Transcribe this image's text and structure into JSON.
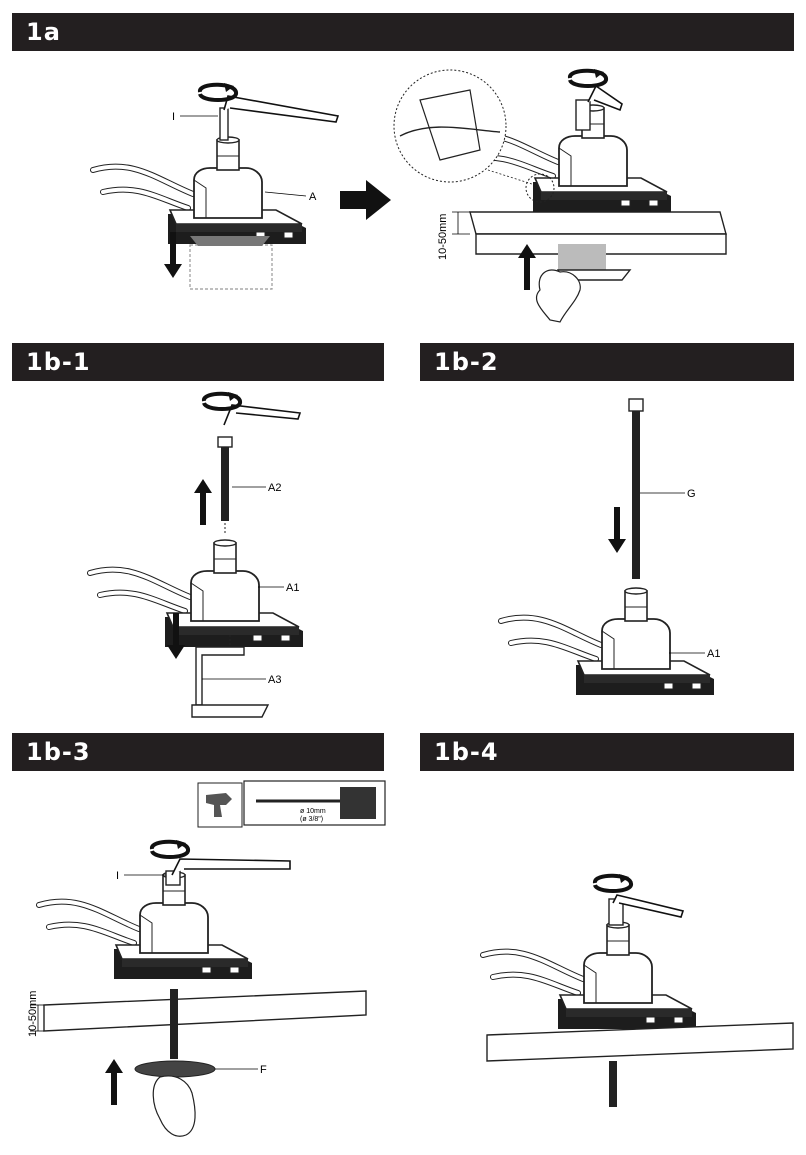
{
  "steps": {
    "s1a": {
      "title": "1a",
      "labels": {
        "i": "I",
        "a": "A",
        "dim": "10-50mm"
      }
    },
    "s1b1": {
      "title": "1b-1",
      "labels": {
        "a2": "A2",
        "a1": "A1",
        "a3": "A3"
      }
    },
    "s1b2": {
      "title": "1b-2",
      "labels": {
        "g": "G",
        "a1": "A1"
      }
    },
    "s1b3": {
      "title": "1b-3",
      "labels": {
        "i": "I",
        "dim": "10-50mm",
        "f": "F",
        "drill1": "ø 10mm",
        "drill2": "(ø 3/8\")"
      }
    },
    "s1b4": {
      "title": "1b-4"
    }
  },
  "icons": [
    "rotation-arrow-icon",
    "allen-key-icon",
    "arrow-down-icon",
    "arrow-up-icon",
    "arrow-right-icon",
    "drill-icon",
    "hand-icon"
  ]
}
